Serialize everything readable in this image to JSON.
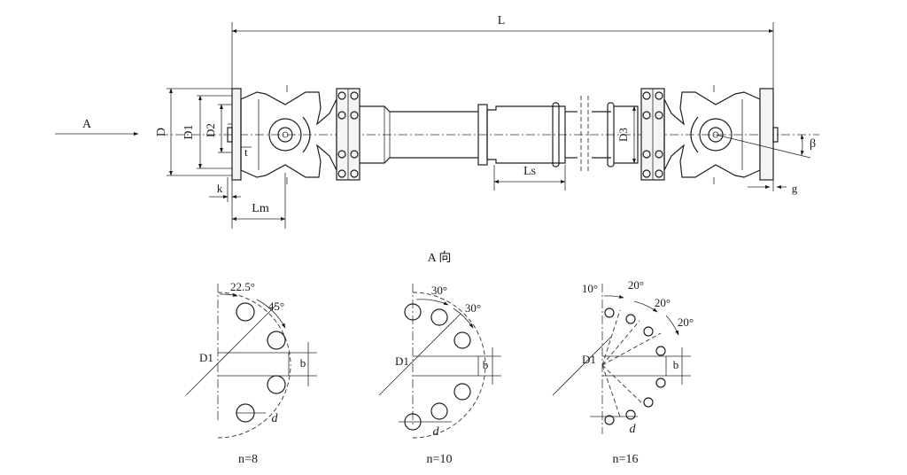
{
  "colors": {
    "ink": "#1a1a1a",
    "background": "#ffffff"
  },
  "main_view": {
    "dimensions": {
      "L": "L",
      "A": "A",
      "D": "D",
      "D1": "D1",
      "D2": "D2",
      "t": "t",
      "k": "k",
      "Lm": "Lm",
      "Ls": "Ls",
      "D3": "D3",
      "beta": "β",
      "g": "g"
    }
  },
  "view_a": {
    "caption": "A 向"
  },
  "flange_views": [
    {
      "n_label": "n=8",
      "angle1": "22.5°",
      "angle2": "45°",
      "d": "d",
      "b": "b",
      "D1": "D1"
    },
    {
      "n_label": "n=10",
      "angle1": "30°",
      "angle2": "30°",
      "d": "d",
      "b": "b",
      "D1": "D1"
    },
    {
      "n_label": "n=16",
      "angle0": "10°",
      "angle1": "20°",
      "angle2": "20°",
      "angle3": "20°",
      "d": "d",
      "b": "b",
      "D1": "D1"
    }
  ]
}
